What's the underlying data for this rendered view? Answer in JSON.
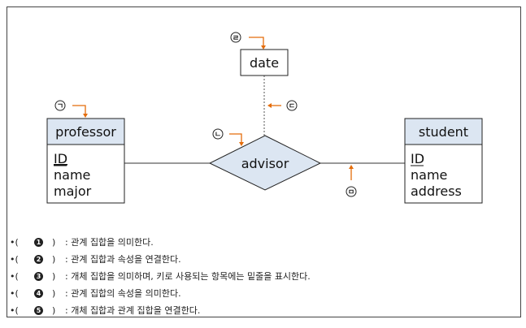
{
  "diagram": {
    "entities": [
      {
        "id": "professor",
        "title": "professor",
        "attributes": [
          {
            "name": "ID",
            "key": true
          },
          {
            "name": "name",
            "key": false
          },
          {
            "name": "major",
            "key": false
          }
        ]
      },
      {
        "id": "student",
        "title": "student",
        "attributes": [
          {
            "name": "ID",
            "key": true
          },
          {
            "name": "name",
            "key": false
          },
          {
            "name": "address",
            "key": false
          }
        ]
      }
    ],
    "relationship": {
      "label": "advisor"
    },
    "relationship_attribute": {
      "label": "date"
    },
    "markers": [
      "ㄱ",
      "ㄴ",
      "ㄷ",
      "ㄹ",
      "ㅁ"
    ],
    "colors": {
      "entity_fill": "#dce6f2",
      "relationship_fill": "#dce6f2",
      "arrow": "#e46c0a",
      "line": "#333333"
    }
  },
  "notes": [
    {
      "prefix": "•(",
      "num": "1",
      "close": ")",
      "text": ": 관계 집합을 의미한다."
    },
    {
      "prefix": "•(",
      "num": "2",
      "close": ")",
      "text": ": 관계 집합과 속성을 연결한다."
    },
    {
      "prefix": "•(",
      "num": "3",
      "close": ")",
      "text": ": 개체 집합을 의미하며, 키로 사용되는 항목에는 밑줄을 표시한다."
    },
    {
      "prefix": "•(",
      "num": "4",
      "close": ")",
      "text": ": 관계 집합의 속성을 의미한다."
    },
    {
      "prefix": "•(",
      "num": "5",
      "close": ")",
      "text": ": 개체 집합과 관계 집합을 연결한다."
    }
  ]
}
